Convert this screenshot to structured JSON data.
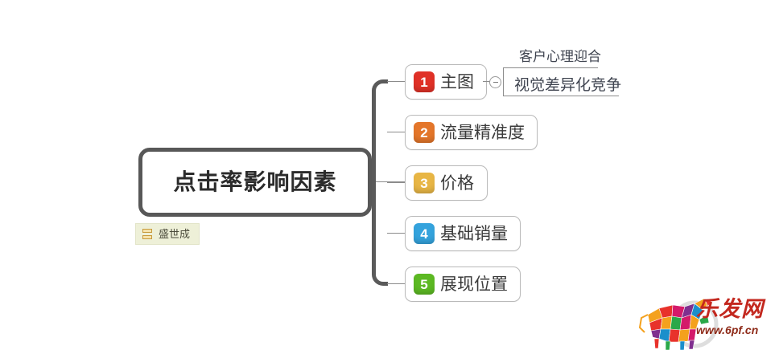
{
  "diagram": {
    "type": "mind-map",
    "root": {
      "label": "点击率影响因素",
      "owner_badge": {
        "icon": "list-icon",
        "text": "盛世成"
      }
    },
    "branches": [
      {
        "number": "1",
        "label": "主图",
        "color": "#e03127",
        "toggle": {
          "icon": "minus-circle-icon",
          "state": "expanded"
        },
        "children": [
          {
            "label": "客户心理迎合"
          },
          {
            "label": "视觉差异化竞争"
          }
        ]
      },
      {
        "number": "2",
        "label": "流量精准度",
        "color": "#e4762a",
        "children": []
      },
      {
        "number": "3",
        "label": "价格",
        "color": "#e8b645",
        "children": []
      },
      {
        "number": "4",
        "label": "基础销量",
        "color": "#34a3dd",
        "children": []
      },
      {
        "number": "5",
        "label": "展现位置",
        "color": "#5cb923",
        "children": []
      }
    ]
  },
  "watermark": {
    "logo_icon": "bull-logo-icon",
    "brand": "乐发网",
    "url": "www.6pf.cn",
    "brand_color": "#c3281f",
    "url_color": "#8e2a18"
  },
  "colors": {
    "trunk": "#5a5a5a",
    "connector": "#8b8b8b",
    "root_border": "#585858",
    "node_border": "#b9b9b9",
    "badge_bg": "#eef0d8",
    "canvas_bg": "#ffffff"
  }
}
